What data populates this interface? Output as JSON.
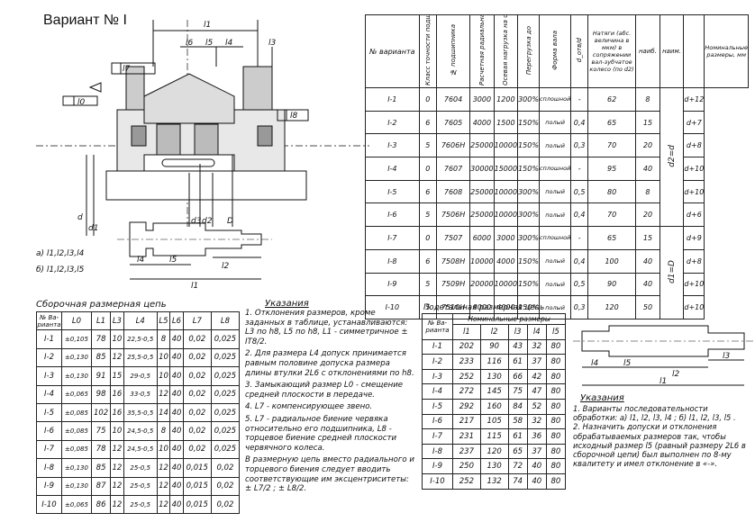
{
  "page": {
    "title": "Вариант № I"
  },
  "drawing": {
    "dims_top": [
      "l1",
      "l6",
      "l5",
      "l4",
      "l3",
      "l7",
      "l8",
      "l0"
    ],
    "dims_vertical": [
      "d",
      "d1",
      "d2",
      "d3",
      "D"
    ],
    "shaft_dims": [
      "l4",
      "l5",
      "l2",
      "l1"
    ],
    "legend_a": "а) l1,l2,l3,l4",
    "legend_b": "б) l1,l2,l3,l5"
  },
  "main_table": {
    "headers": [
      "№ варианта",
      "Класс точности подшипника",
      "№ подшипника",
      "Расчетная радиальная нагрузка F_r,H",
      "Осевая нагрузка на опору F_a,H",
      "Перегрузка до",
      "Форма вала",
      "d_отв/d",
      "Натяги (абс. величина в мкм) в сопряжении вал-зубчатое колесо (по d2)",
      "наиб.",
      "наим.",
      "Номинальные размеры, мм",
      "d2"
    ],
    "rows": [
      [
        "I-1",
        "0",
        "7604",
        "3000",
        "1200",
        "300%",
        "сплошной",
        "-",
        "62",
        "8",
        "d+12"
      ],
      [
        "I-2",
        "6",
        "7605",
        "4000",
        "1500",
        "150%",
        "полый",
        "0,4",
        "65",
        "15",
        "d+7"
      ],
      [
        "I-3",
        "5",
        "7606H",
        "25000",
        "10000",
        "150%",
        "полый",
        "0,3",
        "70",
        "20",
        "d+8"
      ],
      [
        "I-4",
        "0",
        "7607",
        "30000",
        "15000",
        "150%",
        "сплошной",
        "-",
        "95",
        "40",
        "d+10"
      ],
      [
        "I-5",
        "6",
        "7608",
        "25000",
        "10000",
        "300%",
        "полый",
        "0,5",
        "80",
        "8",
        "d+10"
      ],
      [
        "I-6",
        "5",
        "7506H",
        "25000",
        "10000",
        "300%",
        "полый",
        "0,4",
        "70",
        "20",
        "d+6"
      ],
      [
        "I-7",
        "0",
        "7507",
        "6000",
        "3000",
        "300%",
        "сплошной",
        "-",
        "65",
        "15",
        "d+9"
      ],
      [
        "I-8",
        "6",
        "7508H",
        "10000",
        "4000",
        "150%",
        "полый",
        "0,4",
        "100",
        "40",
        "d+8"
      ],
      [
        "I-9",
        "5",
        "7509H",
        "20000",
        "10000",
        "150%",
        "полый",
        "0,5",
        "90",
        "40",
        "d+10"
      ],
      [
        "I-10",
        "5",
        "7510H",
        "8000",
        "4000",
        "150%",
        "полый",
        "0,3",
        "120",
        "50",
        "d+10"
      ]
    ],
    "merged_labels": [
      "d2=d",
      "d1=D"
    ]
  },
  "chain": {
    "title": "Сборочная размерная цепь",
    "headers": [
      "№ Ва-рианта",
      "L0",
      "L1",
      "L3",
      "L4",
      "L5",
      "L6",
      "L7",
      "L8"
    ],
    "rows": [
      [
        "I-1",
        "±0,105",
        "78",
        "10",
        "22,5-0,5",
        "8",
        "40",
        "0,02",
        "0,025"
      ],
      [
        "I-2",
        "±0,130",
        "85",
        "12",
        "25,5-0,5",
        "10",
        "40",
        "0,02",
        "0,025"
      ],
      [
        "I-3",
        "±0,130",
        "91",
        "15",
        "29-0,5",
        "10",
        "40",
        "0,02",
        "0,025"
      ],
      [
        "I-4",
        "±0,065",
        "98",
        "16",
        "33-0,5",
        "12",
        "40",
        "0,02",
        "0,025"
      ],
      [
        "I-5",
        "±0,085",
        "102",
        "16",
        "35,5-0,5",
        "14",
        "40",
        "0,02",
        "0,025"
      ],
      [
        "I-6",
        "±0,085",
        "75",
        "10",
        "24,5-0,5",
        "8",
        "40",
        "0,02",
        "0,025"
      ],
      [
        "I-7",
        "±0,085",
        "78",
        "12",
        "24,5-0,5",
        "10",
        "40",
        "0,02",
        "0,025"
      ],
      [
        "I-8",
        "±0,130",
        "85",
        "12",
        "25-0,5",
        "12",
        "40",
        "0,015",
        "0,02"
      ],
      [
        "I-9",
        "±0,130",
        "87",
        "12",
        "25-0,5",
        "12",
        "40",
        "0,015",
        "0,02"
      ],
      [
        "I-10",
        "±0,065",
        "86",
        "12",
        "25-0,5",
        "12",
        "40",
        "0,015",
        "0,02"
      ]
    ]
  },
  "instructions": {
    "title": "Указания",
    "items": [
      "1. Отклонения размеров, кроме заданных в таблице, устанавливаются: L3 по h8, L5 по h8, L1 - симметричное ± IT8/2.",
      "2. Для размера L4 допуск принимается равным половине допуска размера длины втулки 2L6 с отклонениями по h8.",
      "3. Замыкающий размер L0 - смещение средней плоскости в передаче.",
      "4. L7 - компенсирующее звено.",
      "5. L7 - радиальное биение червяка относительно его подшипника, L8 - торцевое биение средней плоскости червячного колеса.",
      "В размерную цепь вместо радиального и торцевого биения следует вводить соответствующие им эксцентриситеты: ± L7/2 ; ± L8/2."
    ]
  },
  "sub_table": {
    "title": "Подетальная размерная цепь",
    "headers": [
      "№ Ва-рианта",
      "Номинальные размеры",
      "l1",
      "l2",
      "l3",
      "l4",
      "l5"
    ],
    "rows": [
      [
        "I-1",
        "202",
        "90",
        "43",
        "32",
        "80"
      ],
      [
        "I-2",
        "233",
        "116",
        "61",
        "37",
        "80"
      ],
      [
        "I-3",
        "252",
        "130",
        "66",
        "42",
        "80"
      ],
      [
        "I-4",
        "272",
        "145",
        "75",
        "47",
        "80"
      ],
      [
        "I-5",
        "292",
        "160",
        "84",
        "52",
        "80"
      ],
      [
        "I-6",
        "217",
        "105",
        "58",
        "32",
        "80"
      ],
      [
        "I-7",
        "231",
        "115",
        "61",
        "36",
        "80"
      ],
      [
        "I-8",
        "237",
        "120",
        "65",
        "37",
        "80"
      ],
      [
        "I-9",
        "250",
        "130",
        "72",
        "40",
        "80"
      ],
      [
        "I-10",
        "252",
        "132",
        "74",
        "40",
        "80"
      ]
    ]
  },
  "sub_drawing": {
    "dims": [
      "l4",
      "l5",
      "l2",
      "l3",
      "l1"
    ]
  },
  "instructions2": {
    "title": "Указания",
    "items": [
      "1. Варианты последовательности обработки: а) l1, l2, l3, l4 ; б) l1, l2, l3, l5 .",
      "2. Назначить допуски и отклонения обрабатываемых размеров так, чтобы исходный размер l5 (равный размеру 2L6 в сборочной цепи) был выполнен по 8-му квалитету и имел отклонение в «-»."
    ]
  }
}
